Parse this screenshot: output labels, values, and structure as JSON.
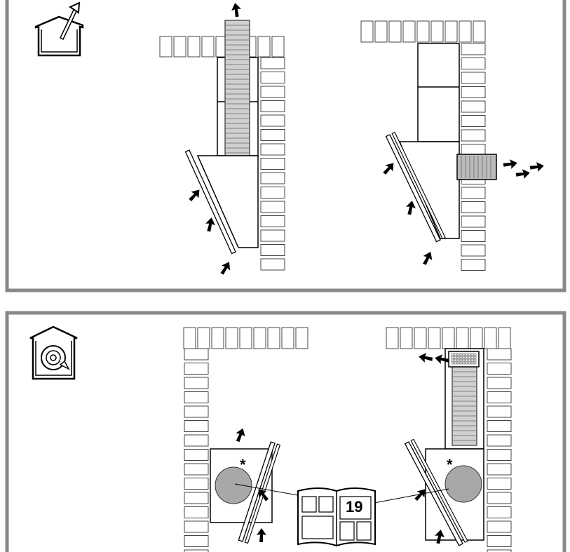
{
  "panels": [
    {
      "id": "extraction-mode",
      "icon": "house-extraction-icon"
    },
    {
      "id": "recirculation-mode",
      "icon": "house-recirculation-icon"
    }
  ],
  "recirculation": {
    "filter_marker_left": "*",
    "filter_marker_right": "*",
    "manual_reference": "19"
  },
  "colors": {
    "frame": "#888888",
    "duct": "#d0d0d0",
    "filter": "#a8a8a8",
    "line": "#111111"
  }
}
